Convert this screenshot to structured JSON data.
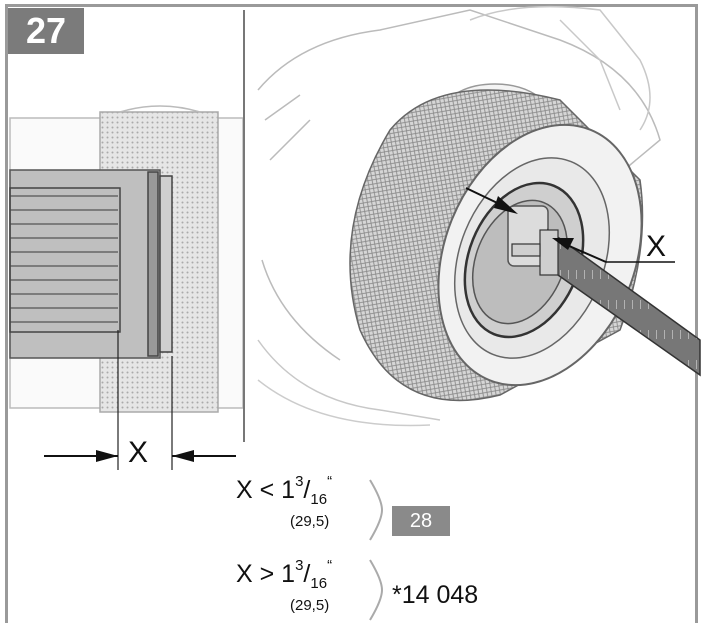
{
  "step": {
    "number": "27"
  },
  "diagram": {
    "measure_label_left": "X",
    "measure_label_right": "X"
  },
  "conditions": [
    {
      "prefix": "X < 1",
      "sup": "3",
      "slash": "/",
      "sub": "16",
      "unit": "“",
      "mm": "(29,5)",
      "result": "28"
    },
    {
      "prefix": "X > 1",
      "sup": "3",
      "slash": "/",
      "sub": "16",
      "unit": "“",
      "mm": "(29,5)",
      "result": "*14 048"
    }
  ]
}
